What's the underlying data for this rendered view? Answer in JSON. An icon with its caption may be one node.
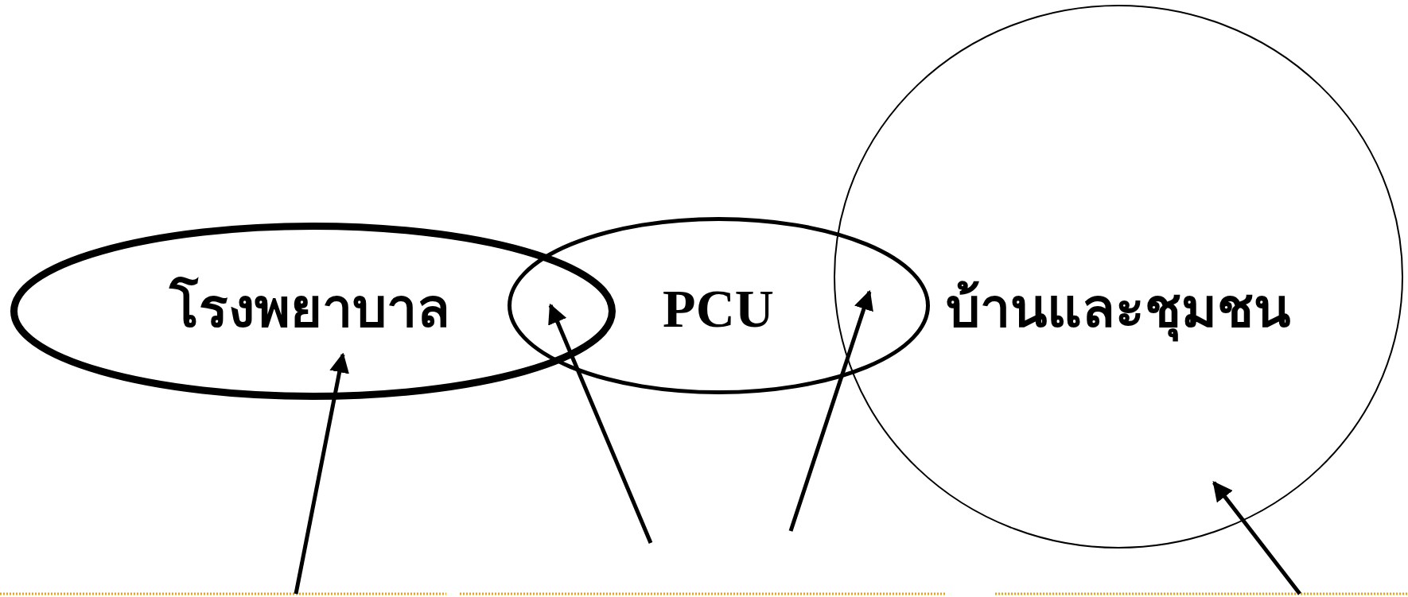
{
  "diagram": {
    "nodes": [
      {
        "text": [
          "โรงพยาบาล"
        ]
      },
      {
        "text": [
          "PCU"
        ]
      },
      {
        "text": [
          "บ้านและชุมชน"
        ]
      }
    ],
    "edges": [
      {
        "from": null,
        "to": 0,
        "arrow": "to"
      },
      {
        "from": null,
        "to": 1,
        "arrow": "to"
      },
      {
        "from": null,
        "to": 1,
        "arrow": "to"
      },
      {
        "from": null,
        "to": 2,
        "arrow": "to"
      }
    ]
  }
}
